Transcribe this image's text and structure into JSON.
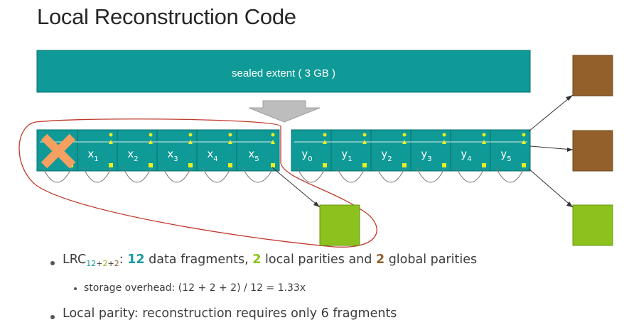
{
  "title": "Local Reconstruction Code",
  "extent_label": "sealed extent ( 3 GB )",
  "x_fragments": [
    {
      "base": "x",
      "sub": "1"
    },
    {
      "base": "x",
      "sub": "2"
    },
    {
      "base": "x",
      "sub": "3"
    },
    {
      "base": "x",
      "sub": "4"
    },
    {
      "base": "x",
      "sub": "5"
    }
  ],
  "y_fragments": [
    {
      "base": "y",
      "sub": "0"
    },
    {
      "base": "y",
      "sub": "1"
    },
    {
      "base": "y",
      "sub": "2"
    },
    {
      "base": "y",
      "sub": "3"
    },
    {
      "base": "y",
      "sub": "4"
    },
    {
      "base": "y",
      "sub": "5"
    }
  ],
  "bullet1": {
    "lrc": "LRC",
    "sub_data": "12",
    "sub_plus1": "+",
    "sub_local": "2",
    "sub_plus2": "+",
    "sub_global": "2",
    "colon": ":",
    "data_count": "12",
    "data_text": " data fragments, ",
    "local_count": "2",
    "local_text": " local parities and ",
    "global_count": "2",
    "global_text": " global parities"
  },
  "bullet2": "storage overhead: (12 + 2 + 2) / 12 = 1.33x",
  "bullet3": "Local parity: reconstruction requires only 6 fragments",
  "colors": {
    "teal": "#0f9a97",
    "teal_border": "#0a6f6d",
    "local_parity": "#8cc21d",
    "global_parity": "#93602b",
    "failed_x": "#f5a060",
    "highlight_loop": "#c0392b",
    "node_yellow": "#e8f01f",
    "data_count_color": "#1a9aa0",
    "local_count_color": "#8cc21d",
    "global_count_color": "#93602b"
  }
}
